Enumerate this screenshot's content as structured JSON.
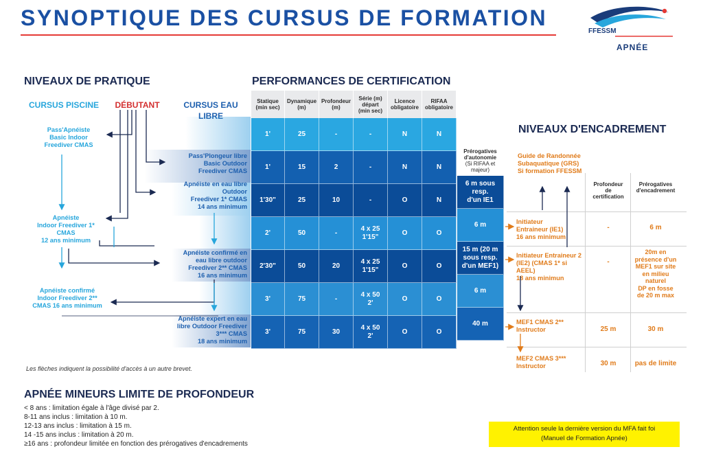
{
  "title": "SYNOPTIQUE DES CURSUS DE FORMATION",
  "logo": {
    "brand": "FFESSM",
    "discipline": "APNÉE"
  },
  "sections": {
    "practice": "NIVEAUX DE PRATIQUE",
    "performance": "PERFORMANCES DE CERTIFICATION",
    "supervision": "NIVEAUX D'ENCADREMENT",
    "minors": "APNÉE MINEURS LIMITE DE PROFONDEUR"
  },
  "columns": {
    "pool": "CURSUS PISCINE",
    "beginner": "DÉBUTANT",
    "open_water_1": "CURSUS EAU",
    "open_water_2": "LIBRE"
  },
  "pool_levels": [
    {
      "line1": "Pass'Apnéiste",
      "line2": "Basic Indoor",
      "line3": "Freediver CMAS"
    },
    {
      "line1": "Apnéiste",
      "line2": "Indoor Freediver 1*",
      "line3": "CMAS",
      "line4": "12 ans minimum"
    },
    {
      "line1": "Apnéiste confirmé",
      "line2": "Indoor Freediver 2**",
      "line3": "CMAS 16 ans minimum"
    }
  ],
  "open_levels": [
    {
      "line1": "Pass'Plongeur libre",
      "line2": "Basic Outdoor",
      "line3": "Freediver CMAS"
    },
    {
      "line1": "Apnéiste en eau libre",
      "line2": "Outdoor",
      "line3": "Freediver 1* CMAS",
      "line4": "14 ans minimum"
    },
    {
      "line1": "Apnéiste confirmé en",
      "line2": "eau libre outdoor",
      "line3": "Freediver 2** CMAS",
      "line4": "16 ans minimum"
    },
    {
      "line1": "Apnéiste expert en eau",
      "line2": "libre Outdoor Freediver",
      "line3": "3*** CMAS",
      "line4": "18 ans minimum"
    }
  ],
  "table": {
    "headers": [
      {
        "l1": "Statique",
        "l2": "(min sec)",
        "l3": ""
      },
      {
        "l1": "Dynamique",
        "l2": "(m)",
        "l3": ""
      },
      {
        "l1": "Profondeur",
        "l2": "(m)",
        "l3": ""
      },
      {
        "l1": "Série (m)",
        "l2": "départ",
        "l3": "(min sec)"
      },
      {
        "l1": "Licence",
        "l2": "obligatoire",
        "l3": ""
      },
      {
        "l1": "RIFAA",
        "l2": "obligatoire",
        "l3": ""
      }
    ],
    "autonomy_header": {
      "l1": "Prérogatives",
      "l2": "d'autonomie",
      "l3": "(Si RIFAA et",
      "l4": "majeur)"
    },
    "rows": [
      {
        "c": [
          "1'",
          "25",
          "-",
          "-",
          "N",
          "N"
        ],
        "serie2": "",
        "auto1": "",
        "auto2": "",
        "auto3": ""
      },
      {
        "c": [
          "1'",
          "15",
          "2",
          "-",
          "N",
          "N"
        ],
        "serie2": "",
        "auto1": "",
        "auto2": "",
        "auto3": ""
      },
      {
        "c": [
          "1'30\"",
          "25",
          "10",
          "-",
          "O",
          "N"
        ],
        "serie2": "",
        "auto1": "6 m sous",
        "auto2": "resp.",
        "auto3": "d'un IE1"
      },
      {
        "c": [
          "2'",
          "50",
          "-",
          "4 x 25",
          "O",
          "O"
        ],
        "serie2": "1'15\"",
        "auto1": "6 m",
        "auto2": "",
        "auto3": ""
      },
      {
        "c": [
          "2'30\"",
          "50",
          "20",
          "4 x 25",
          "O",
          "O"
        ],
        "serie2": "1'15\"",
        "auto1": "15 m (20 m",
        "auto2": "sous resp.",
        "auto3": "d'un MEF1)"
      },
      {
        "c": [
          "3'",
          "75",
          "-",
          "4 x 50",
          "O",
          "O"
        ],
        "serie2": "2'",
        "auto1": "6 m",
        "auto2": "",
        "auto3": ""
      },
      {
        "c": [
          "3'",
          "75",
          "30",
          "4 x 50",
          "O",
          "O"
        ],
        "serie2": "2'",
        "auto1": "40 m",
        "auto2": "",
        "auto3": ""
      }
    ]
  },
  "supervision": {
    "headers": {
      "depth1": "Profondeur",
      "depth2": "de",
      "depth3": "certification",
      "prer1": "Prérogatives",
      "prer2": "d'encadrement"
    },
    "guide": {
      "l1": "Guide de Randonnée",
      "l2": "Subaquatique (GRS)",
      "l3": "Si formation FFESSM"
    },
    "levels": [
      {
        "l1": "Initiateur",
        "l2": "Entraineur (IE1)",
        "l3": "16 ans minimum",
        "l4": "",
        "depth": "-",
        "p1": "6 m",
        "p2": "",
        "p3": "",
        "p4": "",
        "p5": "",
        "p6": ""
      },
      {
        "l1": "Initiateur Entraineur 2",
        "l2": "(IE2) (CMAS 1* si AEEL)",
        "l3": "18 ans minimun",
        "l4": "",
        "depth": "-",
        "p1": "20m en",
        "p2": "présence d'un",
        "p3": "MEF1 sur site",
        "p4": "en milieu",
        "p5": "naturel",
        "p6": "DP en fosse"
      },
      {
        "l1": "MEF1 CMAS 2**",
        "l2": "Instructor",
        "l3": "",
        "l4": "",
        "depth": "25 m",
        "p1": "30 m",
        "p2": "",
        "p3": "",
        "p4": "",
        "p5": "",
        "p6": ""
      },
      {
        "l1": "MEF2 CMAS 3***",
        "l2": "Instructor",
        "l3": "",
        "l4": "",
        "depth": "30 m",
        "p1": "pas de limite",
        "p2": "",
        "p3": "",
        "p4": "",
        "p5": "",
        "p6": ""
      }
    ],
    "ie2_extra": "de 20 m max"
  },
  "note": "Les flèches indiquent la possibilité d'accès à un autre brevet.",
  "minors": [
    "< 8 ans : limitation égale à l'âge divisé par 2.",
    "8-11 ans inclus : limitation à 10 m.",
    "12-13 ans inclus : limitation à 15 m.",
    "14 -15 ans inclus : limitation à 20 m.",
    "≥16 ans : profondeur limitée en fonction des prérogatives d'encadrements"
  ],
  "warning": {
    "l1": "Attention seule la dernière version du MFA fait foi",
    "l2": "(Manuel de Formation Apnée)"
  },
  "colors": {
    "title": "#1a50a3",
    "cyan": "#27a6dc",
    "red": "#d32f2f",
    "orange": "#e07b1a",
    "highlight": "#fff200"
  }
}
